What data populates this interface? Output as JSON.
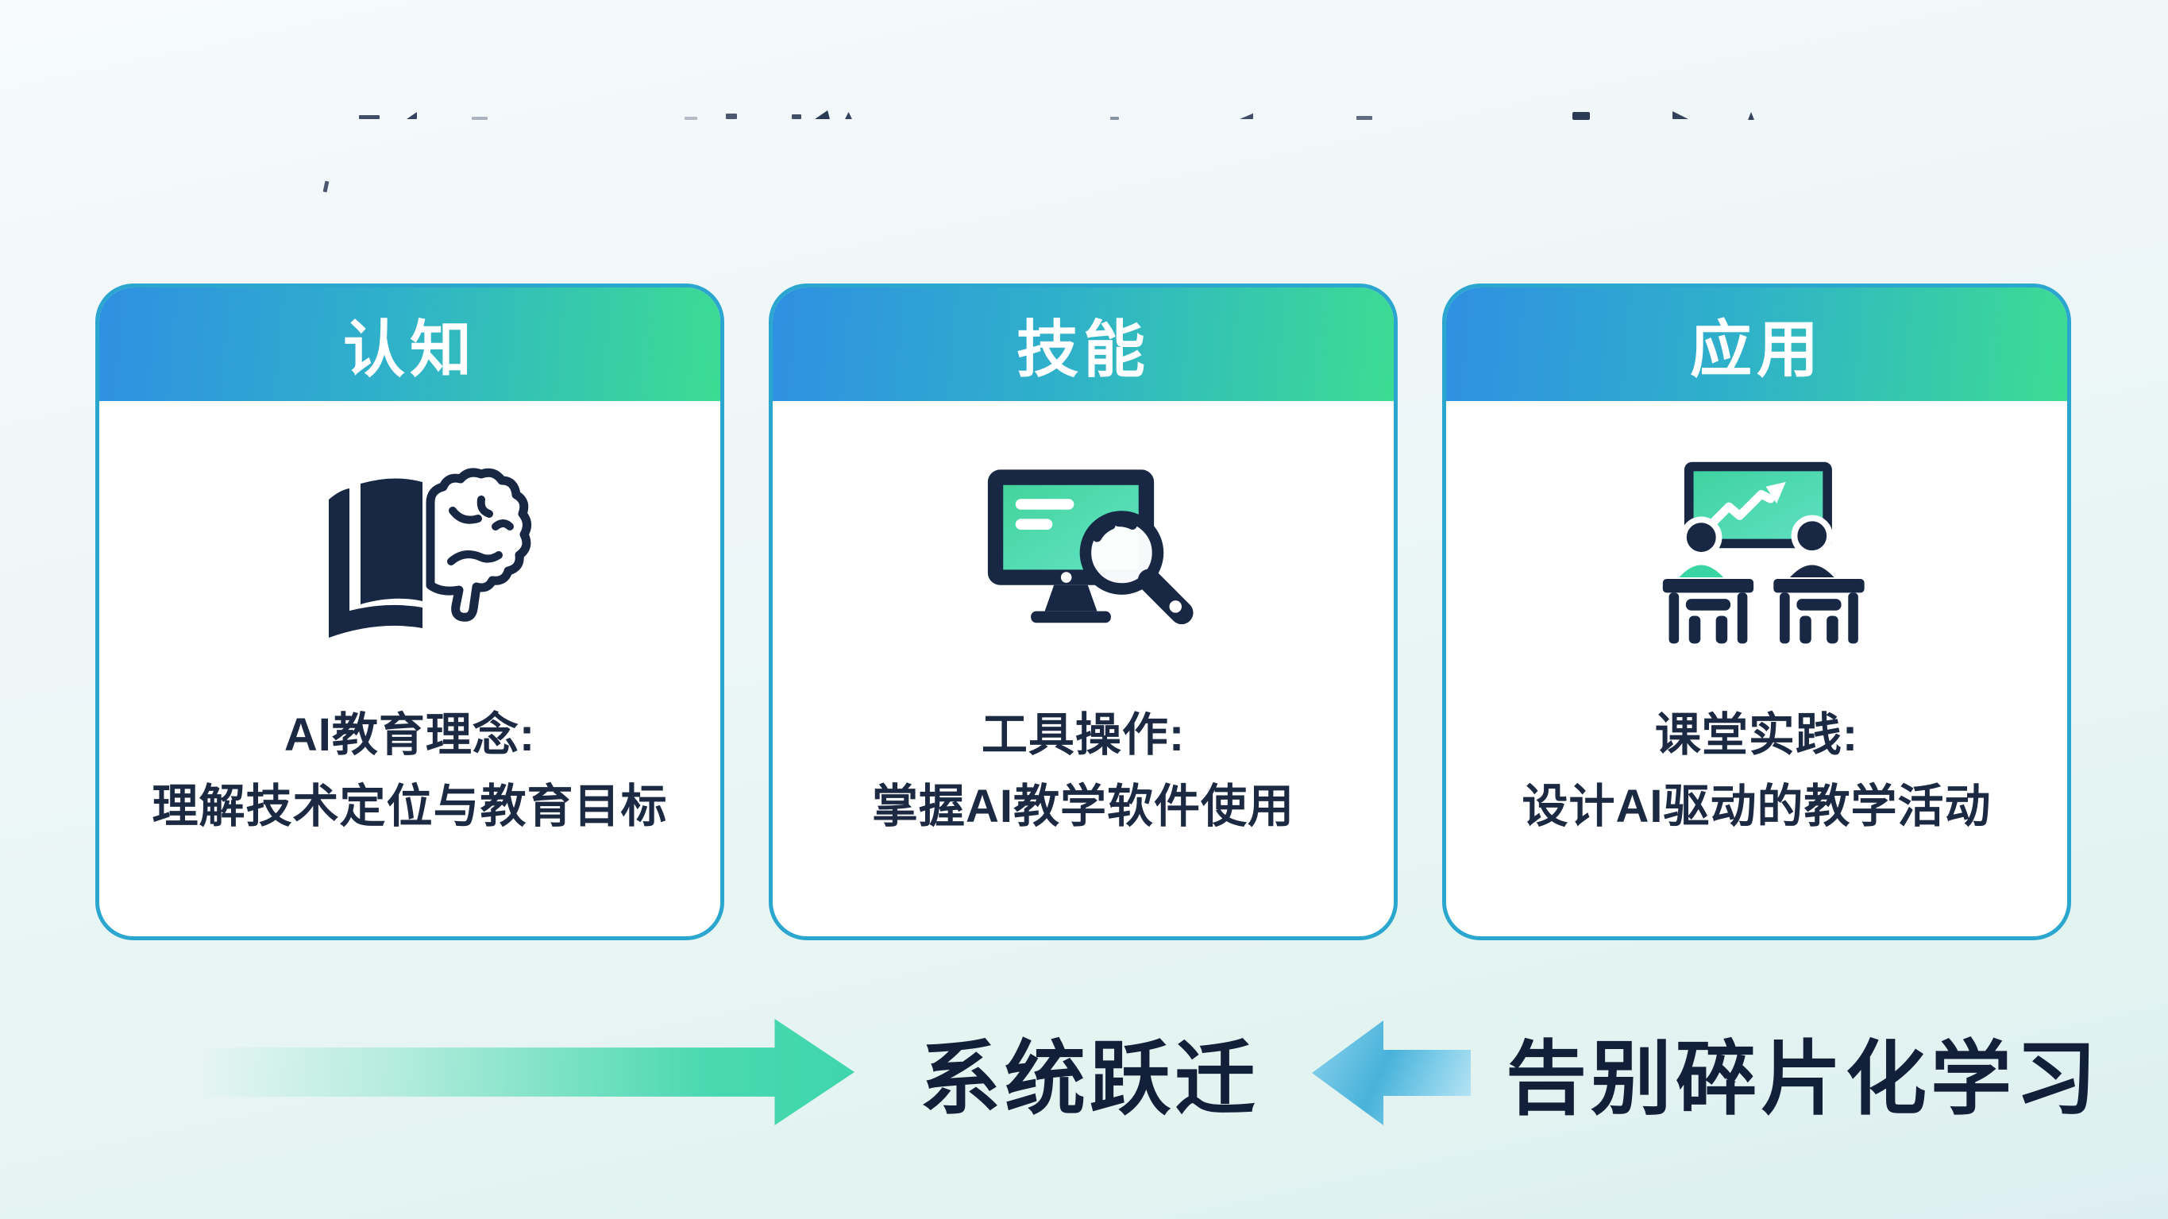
{
  "cards": [
    {
      "title": "认知",
      "icon": "book-brain-icon",
      "line1": "AI教育理念:",
      "line2": "理解技术定位与教育目标"
    },
    {
      "title": "技能",
      "icon": "monitor-search-icon",
      "line1": "工具操作:",
      "line2": "掌握AI教学软件使用"
    },
    {
      "title": "应用",
      "icon": "classroom-icon",
      "line1": "课堂实践:",
      "line2": "设计AI驱动的教学活动"
    }
  ],
  "footer": {
    "system_label": "系统跃迁",
    "fragment_label": "告别碎片化学习"
  },
  "colors": {
    "header_gradient_start": "#2f90e2",
    "header_gradient_end": "#3cdc93",
    "card_border": "#2ba6cf",
    "dark_navy": "#1b2942",
    "mint_arrow": "#3fd6ad",
    "blue_arrow": "#48b2da",
    "icon_green": "#43d39c",
    "background_top": "#f6fafc",
    "background_bottom": "#ddeef3"
  }
}
